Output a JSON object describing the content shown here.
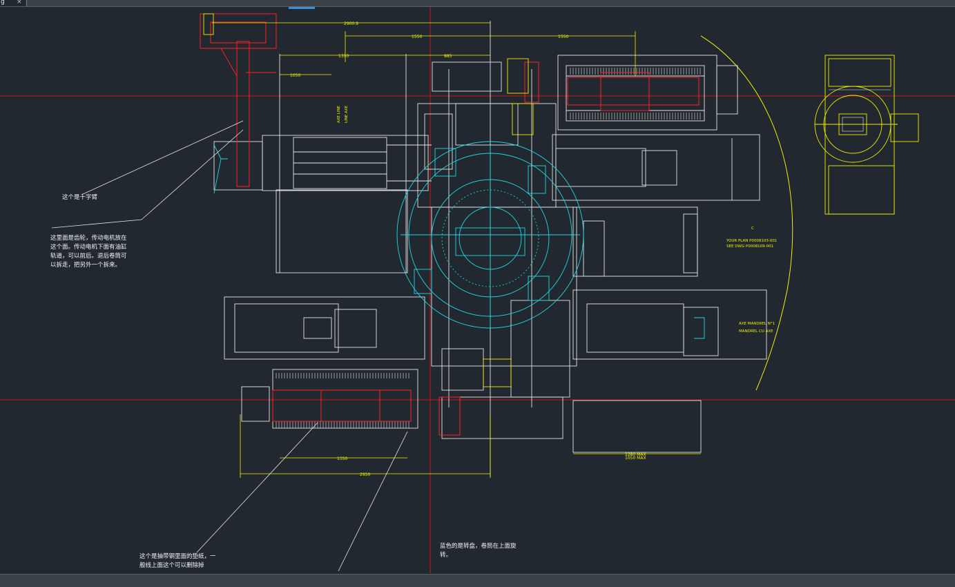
{
  "tab": {
    "label": "g",
    "close": "×"
  },
  "annotations": {
    "cross_arm": "这个是十字臂",
    "gear_note": "这里面是齿轮，传动电机放在\n这个面。传动电机下面有油缸\n轨道，可以前后。退后卷筒可\n以拆走，把另外一个拆来。",
    "belt_note": "这个是抽带钢里面的垫纸，一\n般线上面这个可以删除掉",
    "turntable_note": "蓝色的是转盘，卷筒在上面旋\n转。"
  },
  "dimensions": {
    "d1": "2900.9",
    "d2": "1550",
    "d3": "1550",
    "d4": "1350",
    "d5": "885",
    "d6": "1050",
    "d7": "1350",
    "d8": "2950",
    "d9": "1280 MAX",
    "d10": "1050 MAX"
  },
  "labels": {
    "plan_ref_1": "YOUR PLAN P0008103-001",
    "plan_ref_2": "SEE DWG P0008109-001",
    "center_mark": "C",
    "mandrel_1": "AXE MANDREL N°1",
    "mandrel_2": "MANDREL CU AXE",
    "vert_1": "AXE LINE",
    "vert_2": "LINE AXE"
  },
  "colors": {
    "background": "#212830",
    "white": "#e8e8e8",
    "yellow": "#f2f000",
    "red": "#ff2020",
    "cyan": "#20d8e0",
    "crosshair": "#c81818"
  }
}
